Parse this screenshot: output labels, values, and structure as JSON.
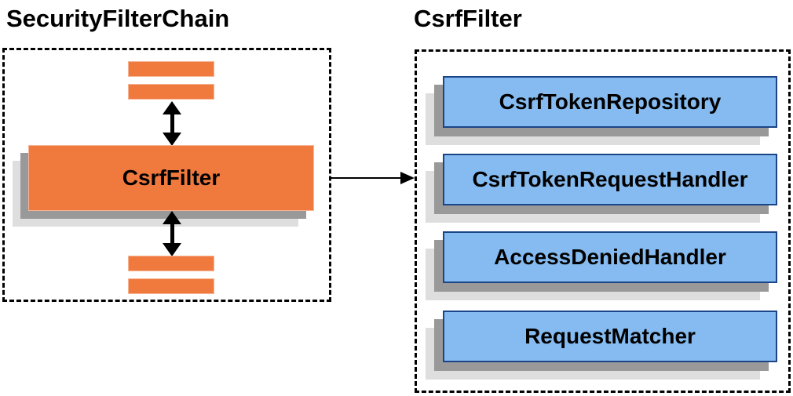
{
  "titles": {
    "left": "SecurityFilterChain",
    "right": "CsrfFilter"
  },
  "left_panel": {
    "filter_box_label": "CsrfFilter"
  },
  "right_panel": {
    "items": [
      "CsrfTokenRepository",
      "CsrfTokenRequestHandler",
      "AccessDeniedHandler",
      "RequestMatcher"
    ]
  },
  "colors": {
    "orange": "#F0793E",
    "blue_fill": "#85BBF0",
    "blue_border": "#1C4587",
    "shadow_dark": "#999999",
    "shadow_light": "#DEDEDE",
    "text": "#000000"
  }
}
